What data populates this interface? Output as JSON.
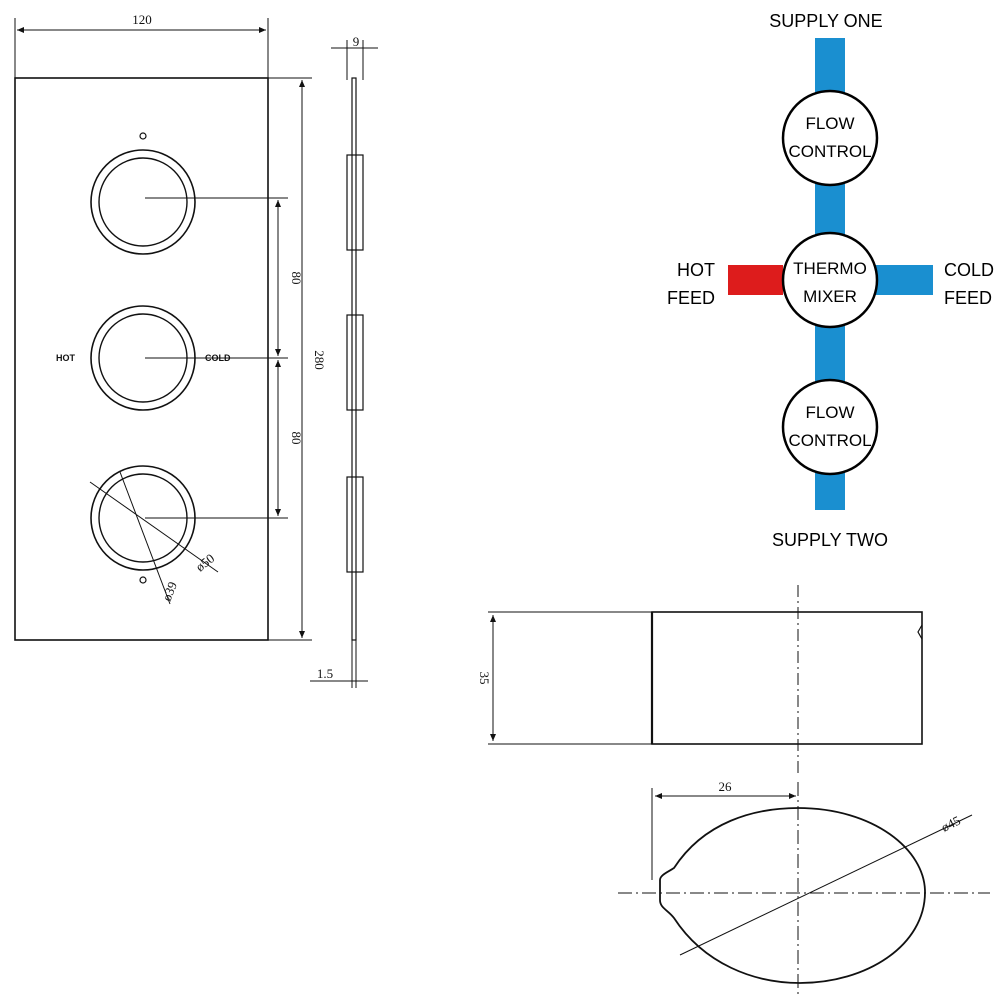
{
  "front_view": {
    "width_label": "120",
    "height_label": "280",
    "spacing_upper_label": "80",
    "spacing_lower_label": "80",
    "hot_label": "HOT",
    "cold_label": "COLD",
    "outer_diameter_label": "ø50",
    "inner_diameter_label": "ø39"
  },
  "side_view": {
    "depth_label": "9",
    "plate_thickness_label": "1.5"
  },
  "flow_diagram": {
    "supply_one": "SUPPLY ONE",
    "supply_two": "SUPPLY TWO",
    "flow_control_top": [
      "FLOW",
      "CONTROL"
    ],
    "flow_control_bottom": [
      "FLOW",
      "CONTROL"
    ],
    "mixer": [
      "THERMO",
      "MIXER"
    ],
    "hot_feed": [
      "HOT",
      "FEED"
    ],
    "cold_feed": [
      "COLD",
      "FEED"
    ],
    "colors": {
      "cold_pipe": "#1a8fd0",
      "hot_pipe": "#dd1c1c"
    }
  },
  "handle_side_view": {
    "height_label": "35"
  },
  "handle_top_view": {
    "offset_label": "26",
    "diameter_label": "ø45"
  }
}
